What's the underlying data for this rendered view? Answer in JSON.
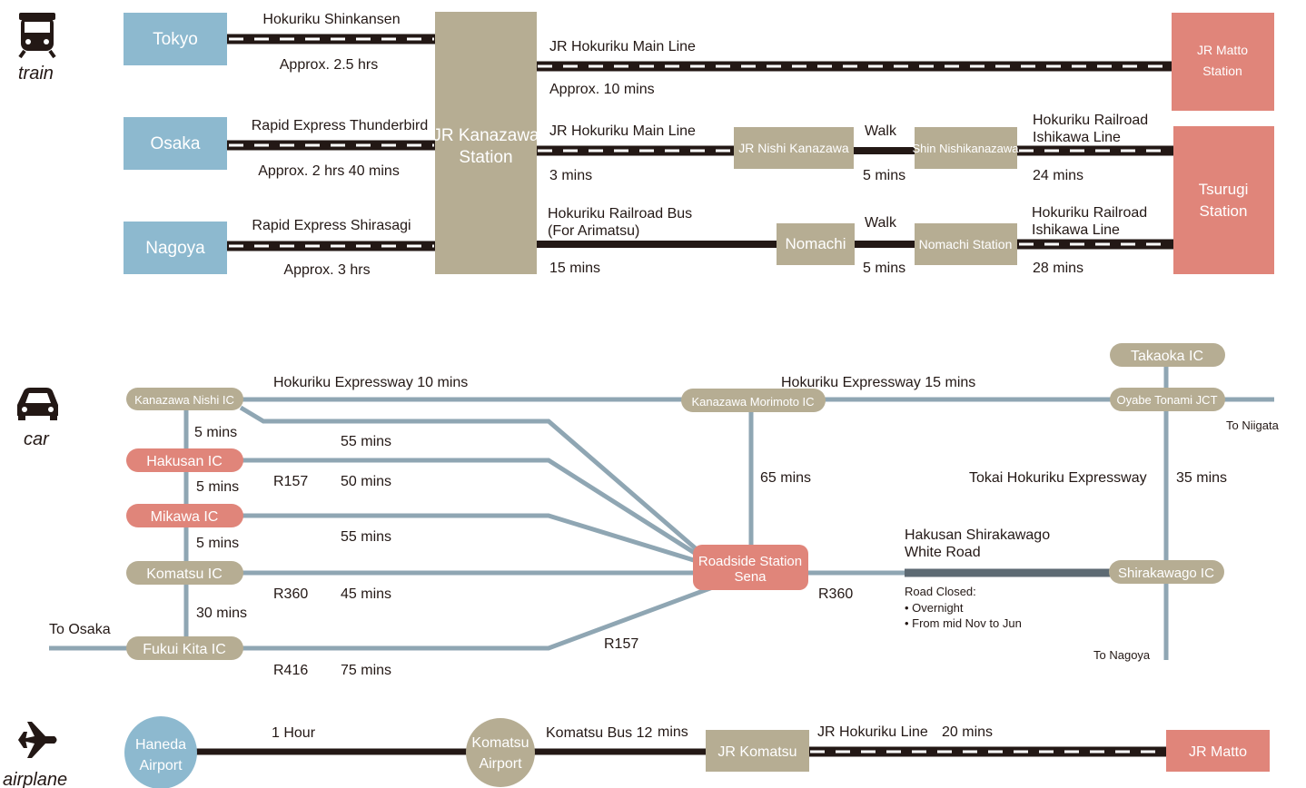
{
  "colors": {
    "blue": "#8db9cf",
    "khaki": "#b6ad93",
    "salmon": "#e0857a",
    "gray_road": "#8fa6b3",
    "dark_road": "#5d6a73",
    "rail": "#231815"
  },
  "train": {
    "label": "train",
    "icon": "train-icon",
    "cities": {
      "tokyo": "Tokyo",
      "osaka": "Osaka",
      "nagoya": "Nagoya"
    },
    "routes": {
      "tokyo_line": "Hokuriku Shinkansen",
      "tokyo_time": "Approx. 2.5 hrs",
      "osaka_line": "Rapid Express Thunderbird",
      "osaka_time": "Approx. 2 hrs 40 mins",
      "nagoya_line": "Rapid Express Shirasagi",
      "nagoya_time": "Approx. 3 hrs"
    },
    "kanazawa": {
      "line1": "JR Kanazawa",
      "line2": "Station"
    },
    "matto_route": {
      "line": "JR Hokuriku Main Line",
      "time": "Approx. 10 mins"
    },
    "jr_matto": {
      "line1": "JR Matto",
      "line2": "Station"
    },
    "nishi_route": {
      "line": "JR Hokuriku Main Line",
      "time": "3 mins"
    },
    "nishi_kanazawa": "JR Nishi Kanazawa",
    "walk1": {
      "label": "Walk",
      "time": "5 mins"
    },
    "shin_nishikanazawa": "Shin Nishikanazawa",
    "ishikawa1": {
      "line1": "Hokuriku Railroad",
      "line2": "Ishikawa Line",
      "time": "24 mins"
    },
    "tsurugi": {
      "line1": "Tsurugi",
      "line2": "Station"
    },
    "bus_route": {
      "line1": "Hokuriku Railroad Bus",
      "line2": "(For Arimatsu)",
      "time": "15 mins"
    },
    "nomachi": "Nomachi",
    "walk2": {
      "label": "Walk",
      "time": "5 mins"
    },
    "nomachi_station": "Nomachi Station",
    "ishikawa2": {
      "line1": "Hokuriku Railroad",
      "line2": "Ishikawa Line",
      "time": "28 mins"
    }
  },
  "car": {
    "label": "car",
    "icon": "car-icon",
    "kanazawa_nishi_ic": "Kanazawa Nishi IC",
    "hakusan_ic": "Hakusan IC",
    "mikawa_ic": "Mikawa IC",
    "komatsu_ic": "Komatsu IC",
    "fukui_kita_ic": "Fukui Kita IC",
    "morimoto_ic": "Kanazawa Morimoto IC",
    "takaoka_ic": "Takaoka IC",
    "oyabe_jct": "Oyabe Tonami JCT",
    "shirakawago_ic": "Shirakawago IC",
    "sena": {
      "line1": "Roadside Station",
      "line2": "Sena"
    },
    "expressway1": "Hokuriku Expressway  10 mins",
    "expressway2": "Hokuriku Expressway 15 mins",
    "to_niigata": "To Niigata",
    "to_nagoya": "To Nagoya",
    "to_osaka": "To Osaka",
    "tokai": "Tokai Hokuriku Expressway",
    "tokai_time": "35 mins",
    "morimoto_time": "65 mins",
    "seg1": "5 mins",
    "seg2": "5 mins",
    "seg3": "5 mins",
    "seg4": "30 mins",
    "nishi_time": "55 mins",
    "r157_a": "R157",
    "hakusan_time": "50 mins",
    "mikawa_time": "55 mins",
    "r360_a": "R360",
    "komatsu_time": "45 mins",
    "r416": "R416",
    "fukui_time": "75 mins",
    "r157_b": "R157",
    "r360_b": "R360",
    "white_road": {
      "line1": "Hakusan Shirakawago",
      "line2": "White Road"
    },
    "closed": {
      "title": "Road Closed:",
      "item1": "• Overnight",
      "item2": "• From mid Nov to Jun"
    }
  },
  "airplane": {
    "label": "airplane",
    "icon": "airplane-icon",
    "haneda": {
      "line1": "Haneda",
      "line2": "Airport"
    },
    "flight_time": "1 Hour",
    "komatsu_airport": {
      "line1": "Komatsu",
      "line2": "Airport"
    },
    "bus": "Komatsu Bus 12",
    "bus_unit": "mins",
    "jr_komatsu": "JR Komatsu",
    "jr_line": "JR Hokuriku Line",
    "jr_time": "20 mins",
    "jr_matto": "JR Matto"
  }
}
